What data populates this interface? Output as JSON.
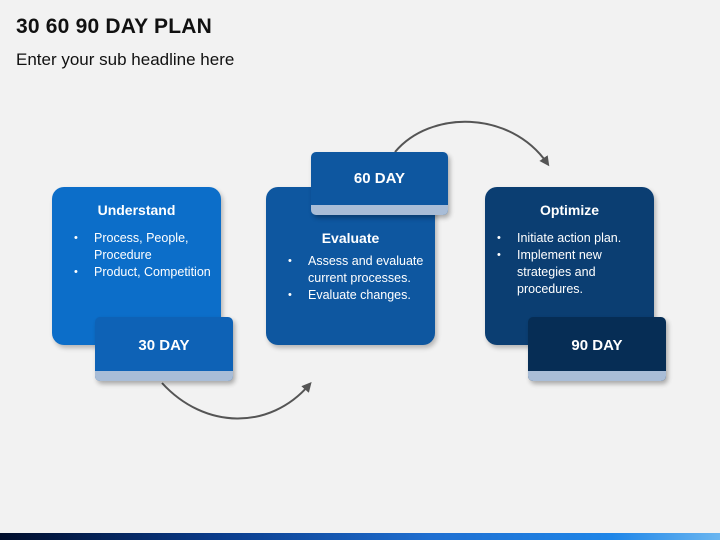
{
  "title": "30 60 90 DAY PLAN",
  "subtitle": "Enter your sub headline here",
  "stages": [
    {
      "heading": "Understand",
      "bullets": [
        "Process, People, Procedure",
        "Product, Competition"
      ],
      "tag": "30 DAY",
      "color": "#0c6ec9"
    },
    {
      "heading": "Evaluate",
      "bullets": [
        "Assess and evaluate current processes.",
        "Evaluate changes."
      ],
      "tag": "60 DAY",
      "color": "#0e57a0"
    },
    {
      "heading": "Optimize",
      "bullets": [
        "Initiate action plan.",
        "Implement new strategies and procedures."
      ],
      "tag": "90 DAY",
      "color": "#0b3e72"
    }
  ],
  "colors": {
    "background": "#f2f2f2",
    "tag_strip": "#a9bdd7",
    "arrow": "#555555"
  },
  "icons": [
    "curved-arrow-icon",
    "curved-arrow-icon"
  ]
}
